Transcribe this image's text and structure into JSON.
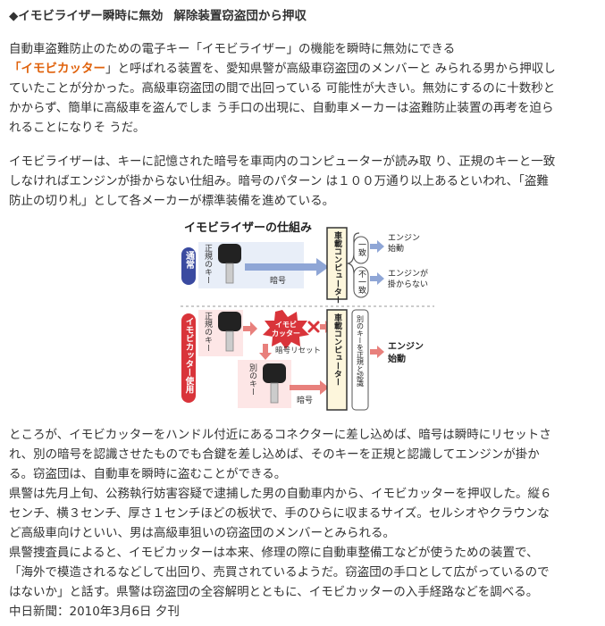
{
  "headline": {
    "part1": "◆イモビライザー瞬時に無効",
    "part2": "解除装置窃盗団から押収"
  },
  "paragraph1": {
    "line1": "自動車盗難防止のための電子キー「イモビライザー」の機能を瞬時に無効にできる",
    "line2_prefix": "「",
    "line2_bold": "イモビカッター",
    "line2_rest": "」と呼ばれる装置を、愛知県警が高級車窃盗団のメンバーと みられる男から押収し",
    "line3": "ていたことが分かった。高級車窃盗団の間で出回っている 可能性が大きい。無効にするのに十数秒と",
    "line4": "かからず、簡単に高級車を盗んでしま う手口の出現に、自動車メーカーは盗難防止装置の再考を迫ら",
    "line5": "れることになりそ うだ。"
  },
  "paragraph2": {
    "line1": "イモビライザーは、キーに記憶された暗号を車両内のコンピューターが読み取 り、正規のキーと一致",
    "line2": "しなければエンジンが掛からない仕組み。暗号のパターン は１００万通り以上あるといわれ、「盗難",
    "line3": "防止の切り札」として各メーカーが標準装備を進めている。"
  },
  "diagram": {
    "title": "イモビライザーの仕組み",
    "normal_label": "通常",
    "cutter_label": "イモビカッター使用",
    "legit_key_1": "正規のキー",
    "legit_key_2": "正規のキー",
    "code_1": "暗号",
    "computer_1": "車載コンピューター",
    "match": "一致",
    "mismatch": "不一致",
    "engine_start_1": "エンジン",
    "engine_start_2": "始動",
    "engine_no_1": "エンジンが",
    "engine_no_2": "掛からない",
    "cutter_1": "イモビ",
    "cutter_2": "カッター",
    "code_reset": "暗号リセット",
    "other_key": "別のキー",
    "code_2": "暗号",
    "computer_2": "車載コンピューター",
    "computer_2_note": "別のキーを正規と認識",
    "engine_start_b1": "エンジン",
    "engine_start_b2": "始動",
    "colors": {
      "blue_label": "#3a4aa0",
      "red_label": "#d9343a",
      "arrow_blue": "#8fa6d6",
      "arrow_red": "#e8807c",
      "red_bg": "#fde6e6",
      "blue_bg": "#e8eef8"
    }
  },
  "paragraph3": {
    "line1": "ところが、イモビカッターをハンドル付近にあるコネクターに差し込めば、暗号は瞬時にリセットさ",
    "line2": "れ、別の暗号を認識させたものでも合鍵を差し込めば、そのキーを正規と認識してエンジンが掛か",
    "line3": "る。窃盗団は、自動車を瞬時に盗むことができる。",
    "line4": "県警は先月上旬、公務執行妨害容疑で逮捕した男の自動車内から、イモビカッターを押収した。縦６",
    "line5": "センチ、横３センチ、厚さ１センチほどの板状で、手のひらに収まるサイズ。セルシオやクラウンな",
    "line6": "ど高級車向けといい、男は高級車狙いの窃盗団のメンバーとみられる。",
    "line7": "県警捜査員によると、イモビカッターは本来、修理の際に自動車整備工などが使うための装置で、",
    "line8": "「海外で模造されるなどして出回り、売買されているようだ。窃盗団の手口として広がっているので",
    "line9": "はないか」と話す。県警は窃盗団の全容解明とともに、イモビカッターの入手経路などを調べる。",
    "line10": "中日新聞：2010年3月6日 夕刊"
  }
}
